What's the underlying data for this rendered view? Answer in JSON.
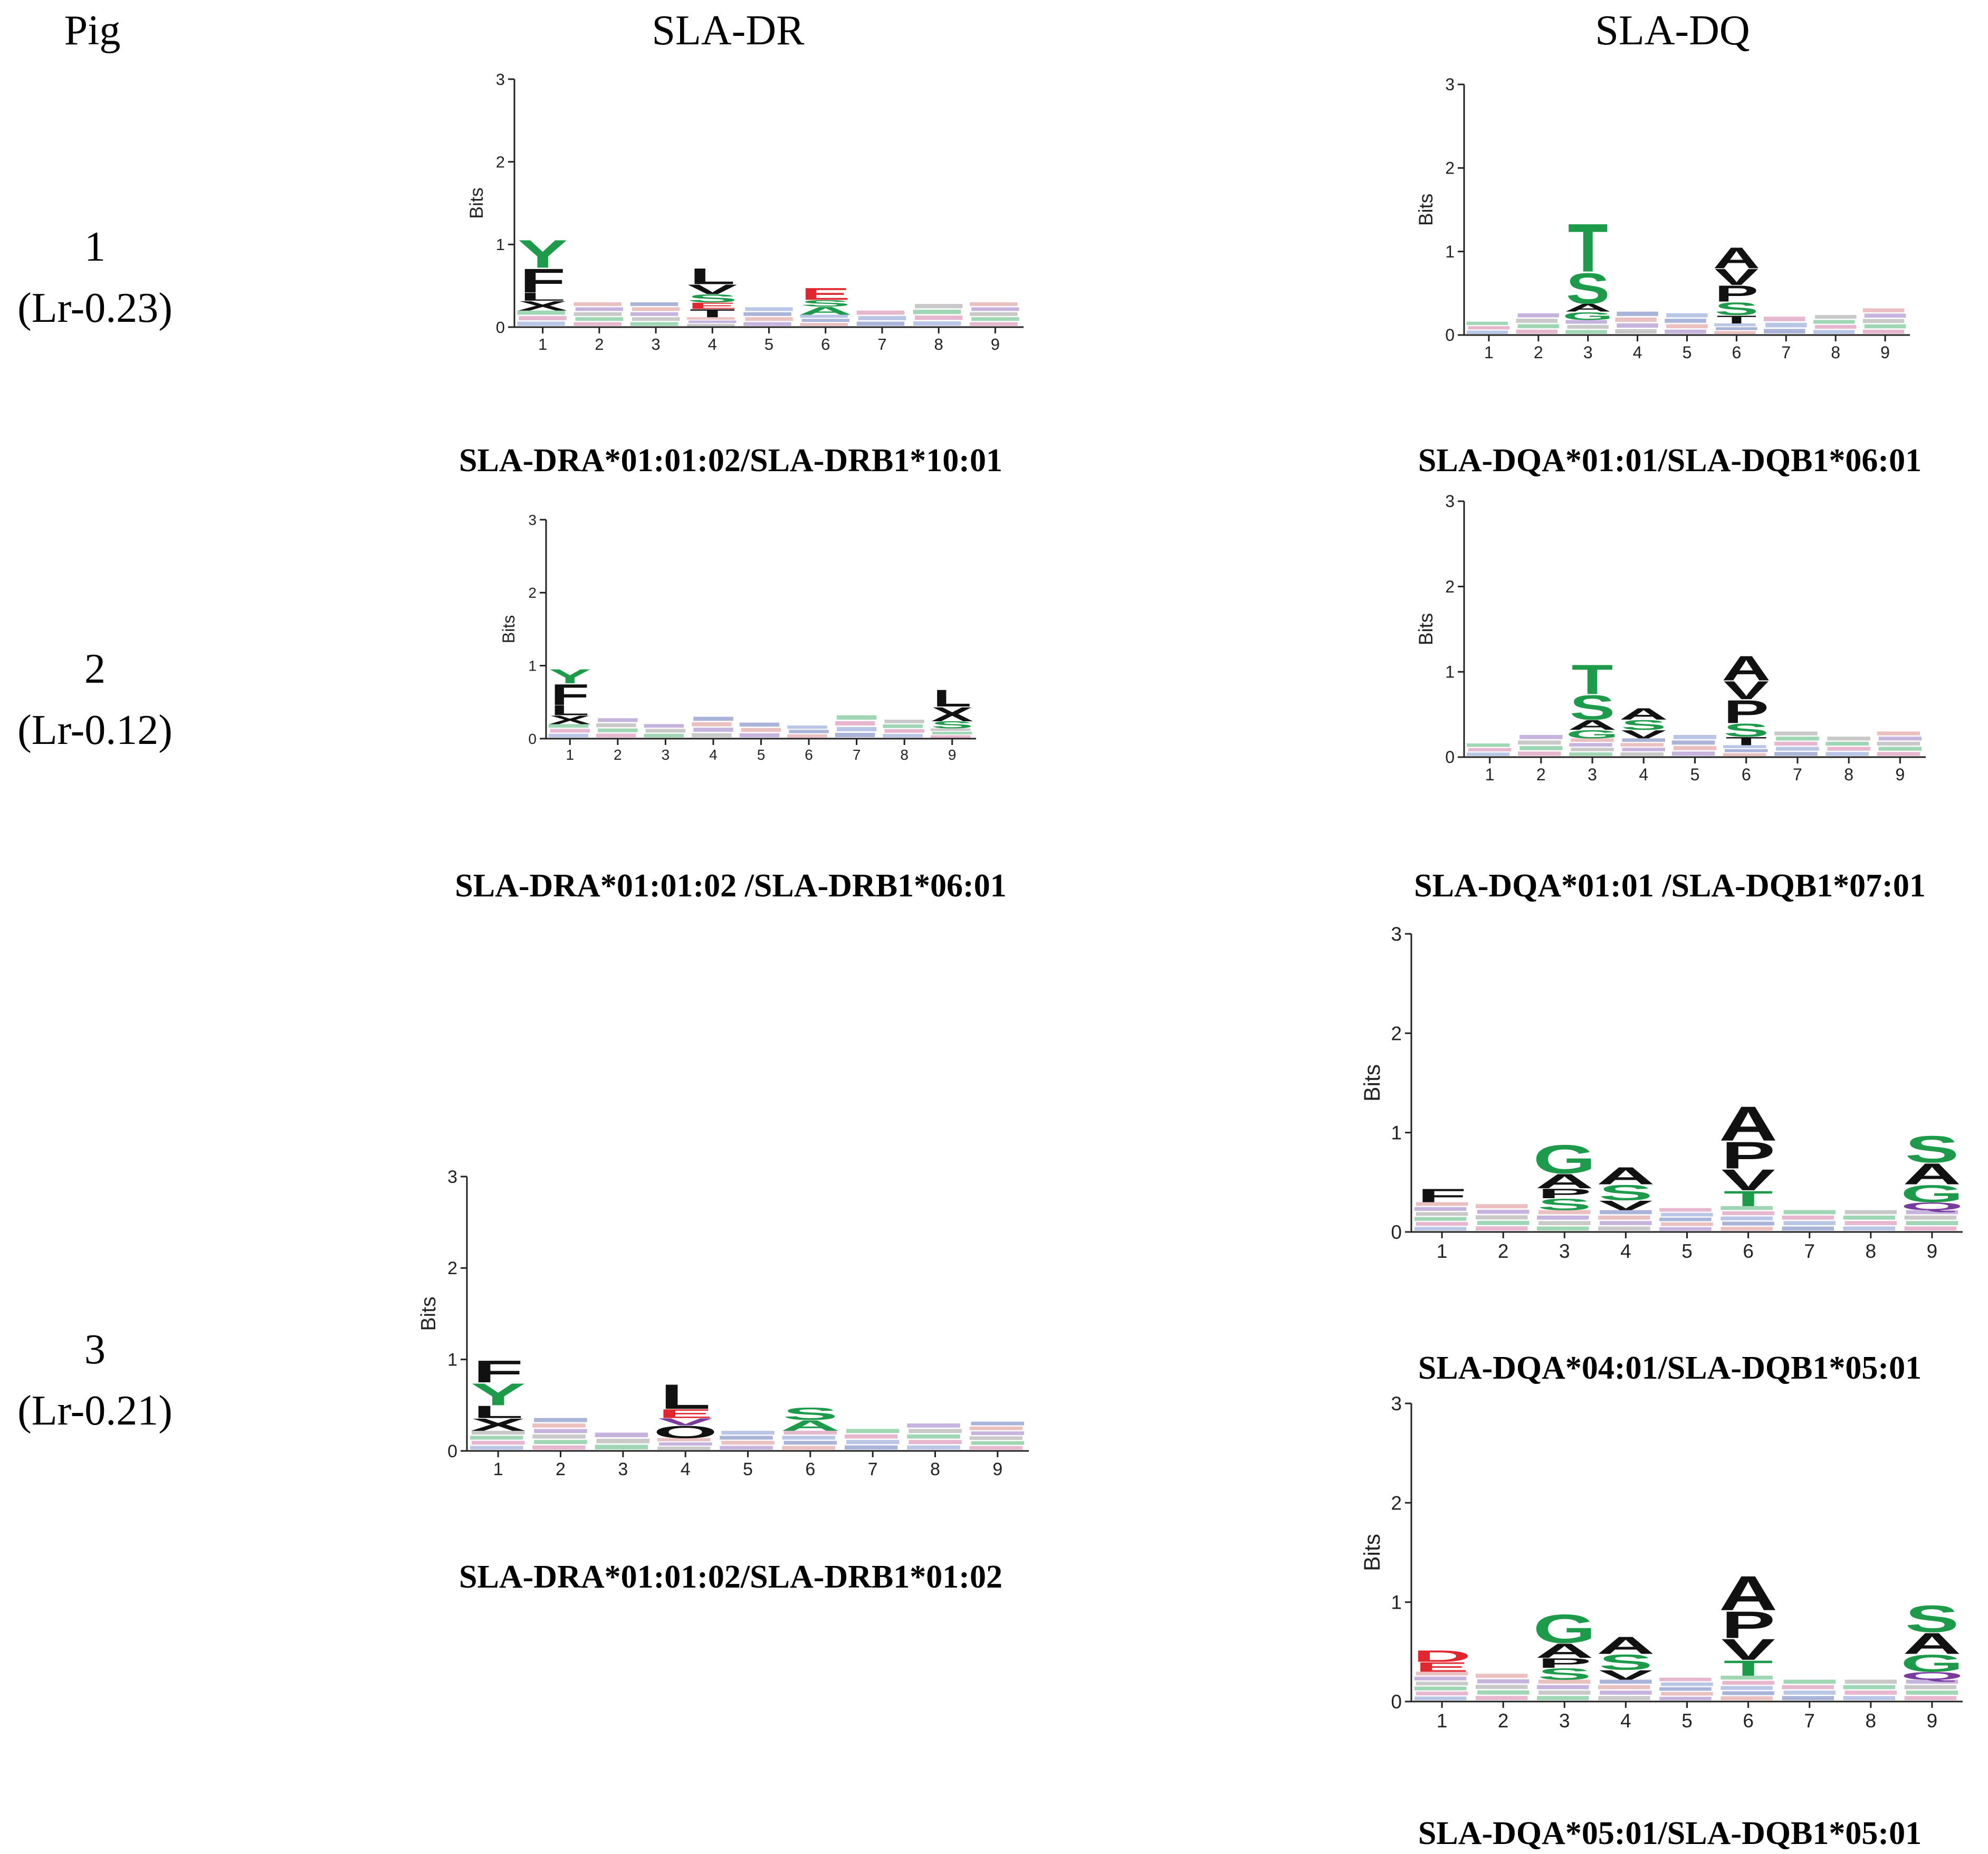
{
  "headers": {
    "pig": "Pig",
    "dr": "SLA-DR",
    "dq": "SLA-DQ"
  },
  "pigs": [
    {
      "num": "1",
      "lr": "(Lr-0.23)"
    },
    {
      "num": "2",
      "lr": "(Lr-0.12)"
    },
    {
      "num": "3",
      "lr": "(Lr-0.21)"
    }
  ],
  "colors": {
    "green": "#1d9a4a",
    "black": "#111111",
    "red": "#e0262f",
    "blue": "#3f62b8",
    "purple": "#7a3b9f",
    "pink": "#d36fa0",
    "gray": "#9a9a9a"
  },
  "logos": [
    {
      "id": "dr1",
      "caption": "SLA-DRA*01:01:02/SLA-DRB1*10:01",
      "ylabel": "Bits",
      "yticks": [
        "0",
        "1",
        "2",
        "3"
      ],
      "xticks": [
        "1",
        "2",
        "3",
        "4",
        "5",
        "6",
        "7",
        "8",
        "9"
      ],
      "columns": [
        [
          [
            "noise",
            0.2
          ],
          [
            "X",
            "black",
            0.12
          ],
          [
            "L",
            "black",
            0.1
          ],
          [
            "F",
            "black",
            0.3
          ],
          [
            "Y",
            "green",
            0.35
          ]
        ],
        [
          [
            "noise",
            0.3
          ]
        ],
        [
          [
            "noise",
            0.3
          ]
        ],
        [
          [
            "noise",
            0.12
          ],
          [
            "T",
            "black",
            0.1
          ],
          [
            "E",
            "red",
            0.08
          ],
          [
            "S",
            "green",
            0.1
          ],
          [
            "V",
            "black",
            0.12
          ],
          [
            "L",
            "black",
            0.2
          ]
        ],
        [
          [
            "noise",
            0.24
          ]
        ],
        [
          [
            "noise",
            0.15
          ],
          [
            "A",
            "green",
            0.1
          ],
          [
            "S",
            "green",
            0.08
          ],
          [
            "E",
            "red",
            0.15
          ]
        ],
        [
          [
            "noise",
            0.2
          ]
        ],
        [
          [
            "noise",
            0.28
          ]
        ],
        [
          [
            "noise",
            0.3
          ]
        ]
      ]
    },
    {
      "id": "dr2",
      "caption": "SLA-DRA*01:01:02 /SLA-DRB1*06:01",
      "ylabel": "Bits",
      "yticks": [
        "0",
        "1",
        "2",
        "3"
      ],
      "xticks": [
        "1",
        "2",
        "3",
        "4",
        "5",
        "6",
        "7",
        "8",
        "9"
      ],
      "columns": [
        [
          [
            "noise",
            0.2
          ],
          [
            "X",
            "black",
            0.12
          ],
          [
            "L",
            "black",
            0.14
          ],
          [
            "F",
            "black",
            0.3
          ],
          [
            "Y",
            "green",
            0.2
          ]
        ],
        [
          [
            "noise",
            0.28
          ]
        ],
        [
          [
            "noise",
            0.2
          ]
        ],
        [
          [
            "noise",
            0.3
          ]
        ],
        [
          [
            "noise",
            0.22
          ]
        ],
        [
          [
            "noise",
            0.18
          ]
        ],
        [
          [
            "noise",
            0.32
          ]
        ],
        [
          [
            "noise",
            0.26
          ]
        ],
        [
          [
            "noise",
            0.14
          ],
          [
            "S",
            "green",
            0.1
          ],
          [
            "X",
            "black",
            0.2
          ],
          [
            "L",
            "black",
            0.24
          ]
        ]
      ]
    },
    {
      "id": "dr3",
      "caption": "SLA-DRA*01:01:02/SLA-DRB1*01:02",
      "ylabel": "Bits",
      "yticks": [
        "0",
        "1",
        "2",
        "3"
      ],
      "xticks": [
        "1",
        "2",
        "3",
        "4",
        "5",
        "6",
        "7",
        "8",
        "9"
      ],
      "columns": [
        [
          [
            "noise",
            0.22
          ],
          [
            "X",
            "black",
            0.14
          ],
          [
            "L",
            "black",
            0.14
          ],
          [
            "Y",
            "green",
            0.25
          ],
          [
            "F",
            "black",
            0.25
          ]
        ],
        [
          [
            "noise",
            0.36
          ]
        ],
        [
          [
            "noise",
            0.2
          ]
        ],
        [
          [
            "noise",
            0.14
          ],
          [
            "O",
            "black",
            0.14
          ],
          [
            "V",
            "purple",
            0.08
          ],
          [
            "E",
            "red",
            0.1
          ],
          [
            "L",
            "black",
            0.28
          ]
        ],
        [
          [
            "noise",
            0.22
          ]
        ],
        [
          [
            "noise",
            0.22
          ],
          [
            "A",
            "green",
            0.12
          ],
          [
            "S",
            "green",
            0.14
          ]
        ],
        [
          [
            "noise",
            0.24
          ]
        ],
        [
          [
            "noise",
            0.3
          ]
        ],
        [
          [
            "noise",
            0.32
          ]
        ]
      ]
    },
    {
      "id": "dq1",
      "caption": "SLA-DQA*01:01/SLA-DQB1*06:01",
      "ylabel": "Bits",
      "yticks": [
        "0",
        "1",
        "2",
        "3"
      ],
      "xticks": [
        "1",
        "2",
        "3",
        "4",
        "5",
        "6",
        "7",
        "8",
        "9"
      ],
      "columns": [
        [
          [
            "noise",
            0.16
          ]
        ],
        [
          [
            "noise",
            0.26
          ]
        ],
        [
          [
            "noise",
            0.18
          ],
          [
            "G",
            "green",
            0.1
          ],
          [
            "A",
            "black",
            0.1
          ],
          [
            "S",
            "green",
            0.38
          ],
          [
            "T",
            "green",
            0.6
          ]
        ],
        [
          [
            "noise",
            0.28
          ]
        ],
        [
          [
            "noise",
            0.26
          ]
        ],
        [
          [
            "noise",
            0.14
          ],
          [
            "T",
            "black",
            0.1
          ],
          [
            "S",
            "green",
            0.16
          ],
          [
            "P",
            "black",
            0.2
          ],
          [
            "V",
            "black",
            0.2
          ],
          [
            "A",
            "black",
            0.26
          ]
        ],
        [
          [
            "noise",
            0.22
          ]
        ],
        [
          [
            "noise",
            0.24
          ]
        ],
        [
          [
            "noise",
            0.32
          ]
        ]
      ]
    },
    {
      "id": "dq2",
      "caption": "SLA-DQA*01:01 /SLA-DQB1*07:01",
      "ylabel": "Bits",
      "yticks": [
        "0",
        "1",
        "2",
        "3"
      ],
      "xticks": [
        "1",
        "2",
        "3",
        "4",
        "5",
        "6",
        "7",
        "8",
        "9"
      ],
      "columns": [
        [
          [
            "noise",
            0.16
          ]
        ],
        [
          [
            "noise",
            0.26
          ]
        ],
        [
          [
            "noise",
            0.22
          ],
          [
            "G",
            "green",
            0.1
          ],
          [
            "A",
            "black",
            0.12
          ],
          [
            "S",
            "green",
            0.3
          ],
          [
            "T",
            "green",
            0.36
          ]
        ],
        [
          [
            "noise",
            0.22
          ],
          [
            "V",
            "black",
            0.1
          ],
          [
            "S",
            "green",
            0.12
          ],
          [
            "A",
            "black",
            0.14
          ]
        ],
        [
          [
            "noise",
            0.26
          ]
        ],
        [
          [
            "noise",
            0.14
          ],
          [
            "T",
            "black",
            0.1
          ],
          [
            "S",
            "green",
            0.16
          ],
          [
            "P",
            "black",
            0.28
          ],
          [
            "V",
            "black",
            0.22
          ],
          [
            "A",
            "black",
            0.3
          ]
        ],
        [
          [
            "noise",
            0.3
          ]
        ],
        [
          [
            "noise",
            0.24
          ]
        ],
        [
          [
            "noise",
            0.3
          ]
        ]
      ]
    },
    {
      "id": "dq3",
      "caption": "SLA-DQA*04:01/SLA-DQB1*05:01",
      "ylabel": "Bits",
      "yticks": [
        "0",
        "1",
        "2",
        "3"
      ],
      "xticks": [
        "1",
        "2",
        "3",
        "4",
        "5",
        "6",
        "7",
        "8",
        "9"
      ],
      "columns": [
        [
          [
            "noise",
            0.3
          ],
          [
            "F",
            "black",
            0.14
          ]
        ],
        [
          [
            "noise",
            0.28
          ]
        ],
        [
          [
            "noise",
            0.22
          ],
          [
            "S",
            "green",
            0.12
          ],
          [
            "P",
            "black",
            0.1
          ],
          [
            "A",
            "black",
            0.15
          ],
          [
            "G",
            "green",
            0.3
          ]
        ],
        [
          [
            "noise",
            0.22
          ],
          [
            "V",
            "black",
            0.1
          ],
          [
            "S",
            "green",
            0.16
          ],
          [
            "A",
            "black",
            0.18
          ]
        ],
        [
          [
            "noise",
            0.24
          ]
        ],
        [
          [
            "noise",
            0.26
          ],
          [
            "T",
            "green",
            0.16
          ],
          [
            "V",
            "black",
            0.22
          ],
          [
            "P",
            "black",
            0.28
          ],
          [
            "A",
            "black",
            0.36
          ]
        ],
        [
          [
            "noise",
            0.22
          ]
        ],
        [
          [
            "noise",
            0.22
          ]
        ],
        [
          [
            "noise",
            0.22
          ],
          [
            "Q",
            "purple",
            0.08
          ],
          [
            "G",
            "green",
            0.18
          ],
          [
            "A",
            "black",
            0.22
          ],
          [
            "S",
            "green",
            0.28
          ]
        ]
      ]
    },
    {
      "id": "dq4",
      "caption": "SLA-DQA*05:01/SLA-DQB1*05:01",
      "ylabel": "Bits",
      "yticks": [
        "0",
        "1",
        "2",
        "3"
      ],
      "xticks": [
        "1",
        "2",
        "3",
        "4",
        "5",
        "6",
        "7",
        "8",
        "9"
      ],
      "columns": [
        [
          [
            "noise",
            0.3
          ],
          [
            "E",
            "red",
            0.1
          ],
          [
            "D",
            "red",
            0.12
          ]
        ],
        [
          [
            "noise",
            0.28
          ]
        ],
        [
          [
            "noise",
            0.22
          ],
          [
            "S",
            "green",
            0.12
          ],
          [
            "P",
            "black",
            0.1
          ],
          [
            "A",
            "black",
            0.15
          ],
          [
            "G",
            "green",
            0.3
          ]
        ],
        [
          [
            "noise",
            0.22
          ],
          [
            "V",
            "black",
            0.1
          ],
          [
            "S",
            "green",
            0.16
          ],
          [
            "A",
            "black",
            0.18
          ]
        ],
        [
          [
            "noise",
            0.24
          ]
        ],
        [
          [
            "noise",
            0.26
          ],
          [
            "T",
            "green",
            0.16
          ],
          [
            "V",
            "black",
            0.22
          ],
          [
            "P",
            "black",
            0.28
          ],
          [
            "A",
            "black",
            0.36
          ]
        ],
        [
          [
            "noise",
            0.22
          ]
        ],
        [
          [
            "noise",
            0.22
          ]
        ],
        [
          [
            "noise",
            0.22
          ],
          [
            "Q",
            "purple",
            0.08
          ],
          [
            "G",
            "green",
            0.18
          ],
          [
            "A",
            "black",
            0.22
          ],
          [
            "S",
            "green",
            0.28
          ]
        ]
      ]
    }
  ]
}
